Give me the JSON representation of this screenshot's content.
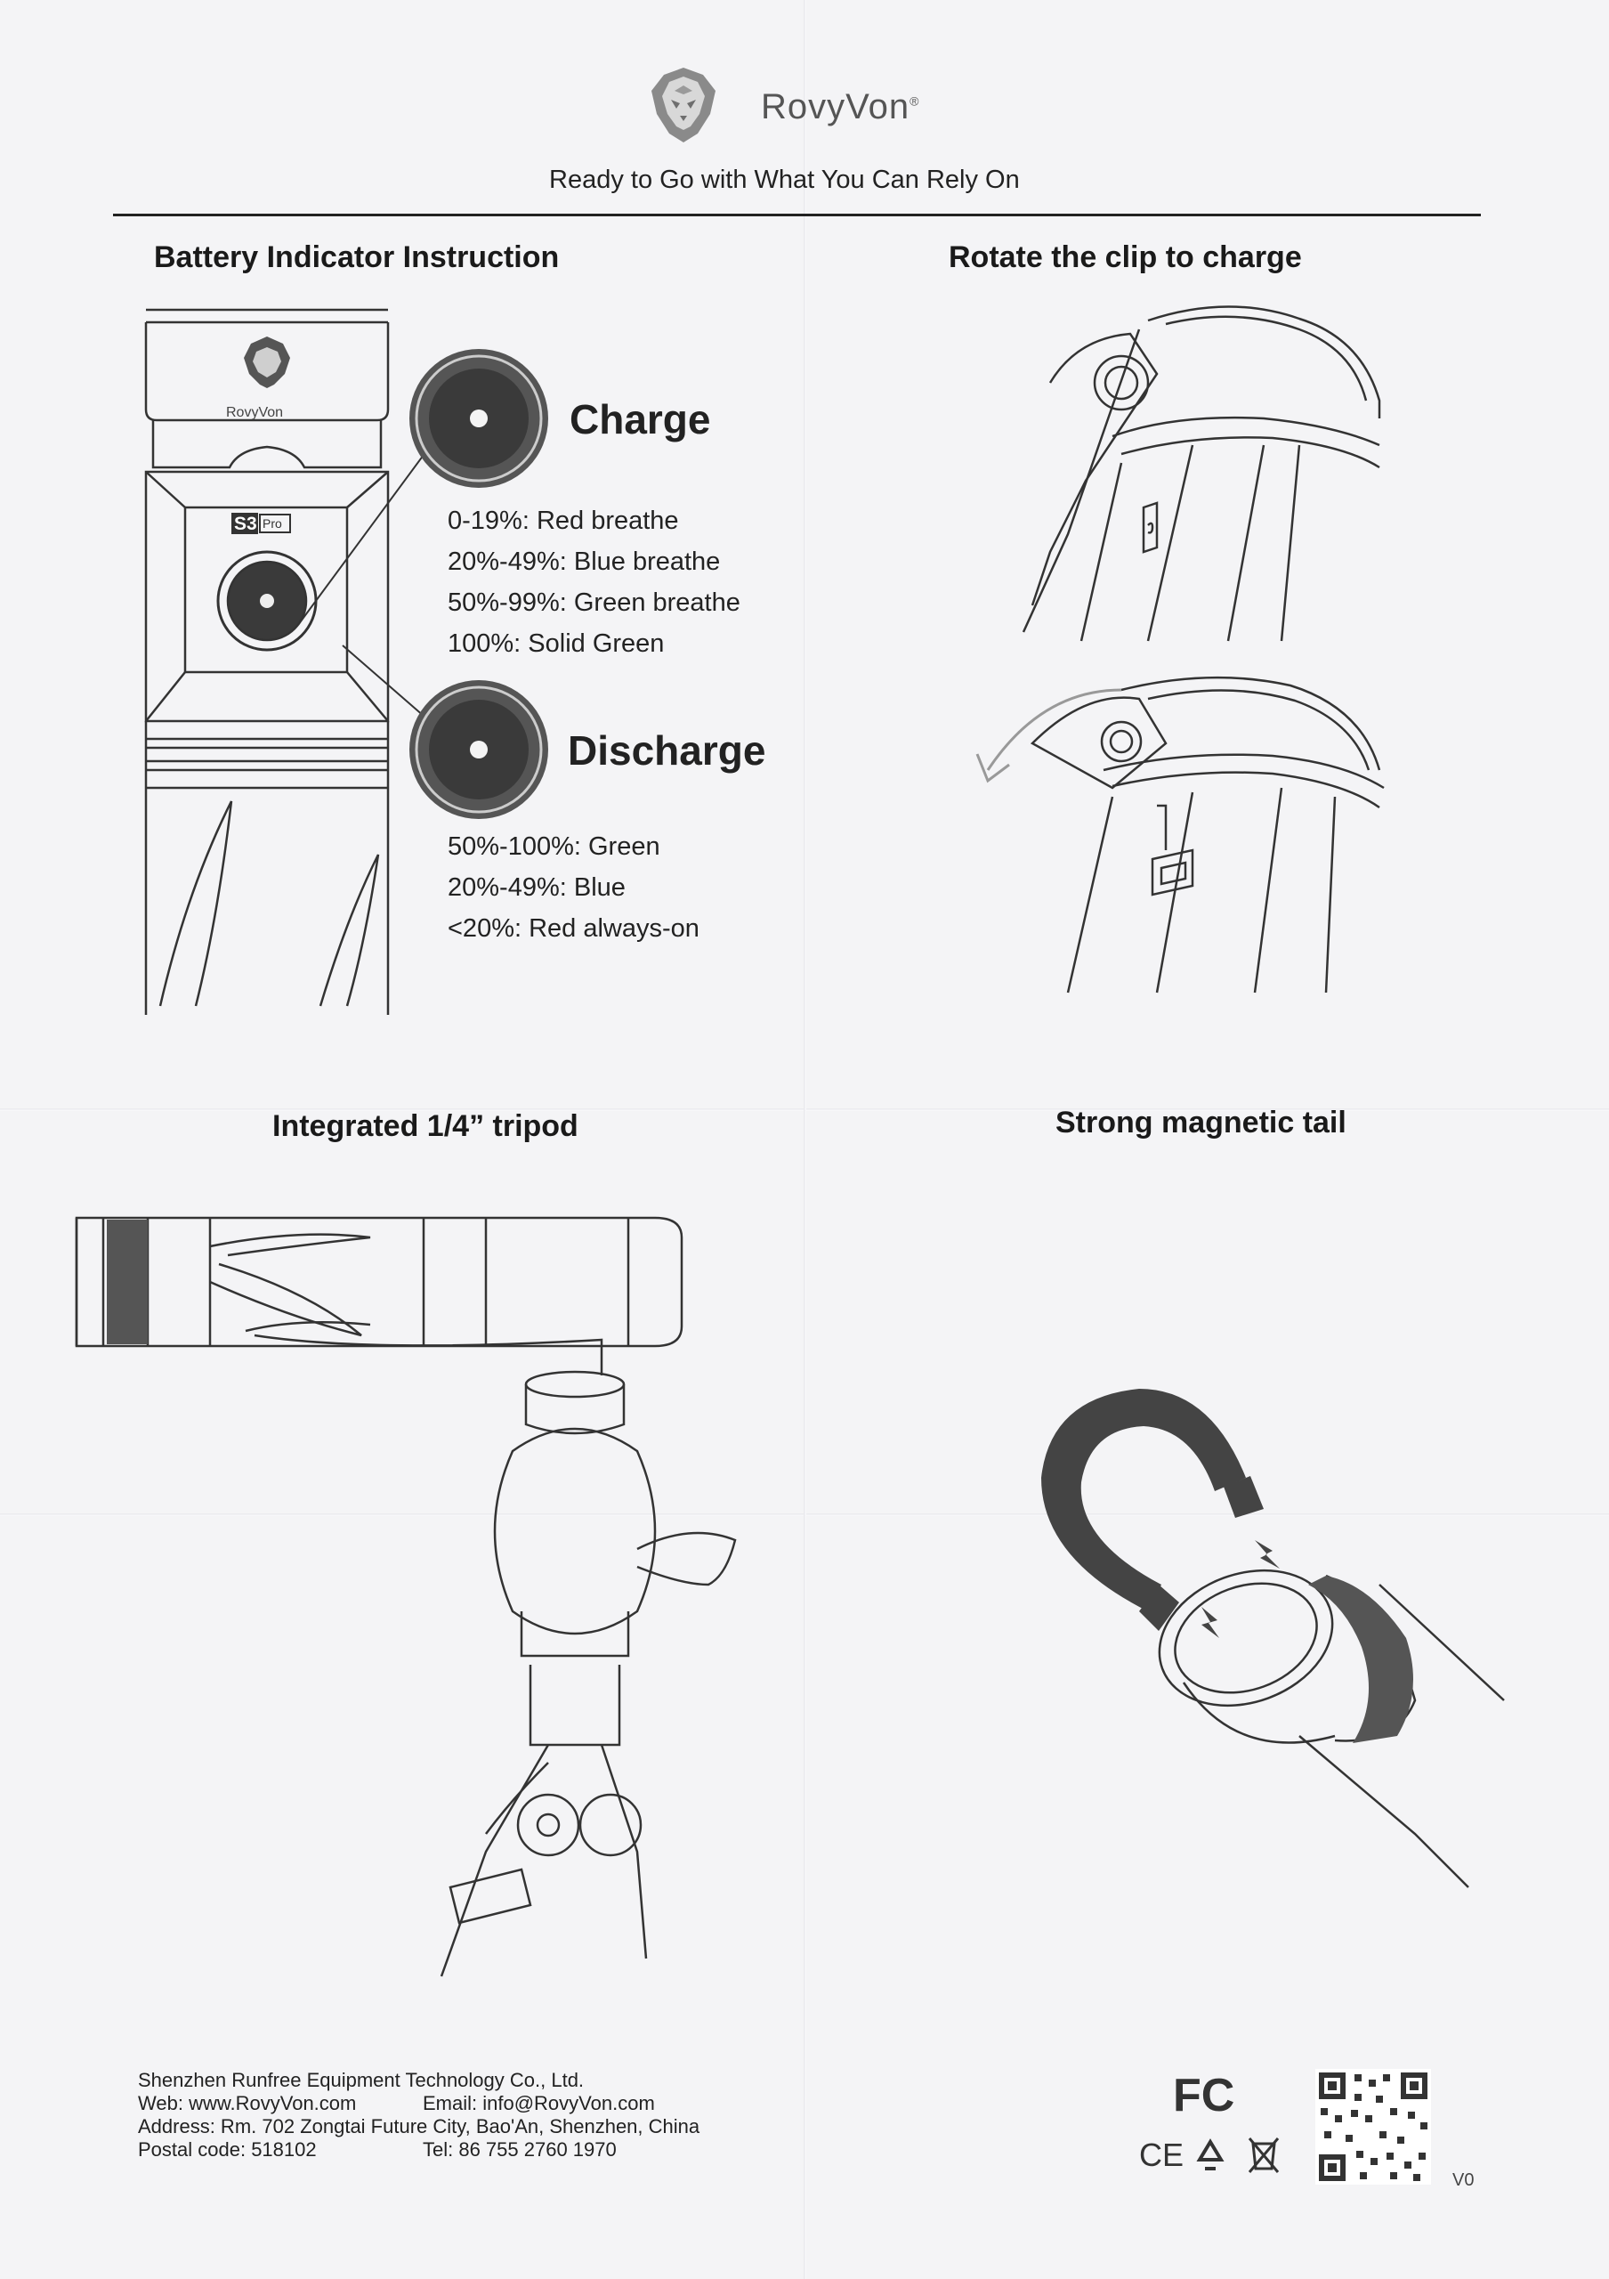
{
  "header": {
    "brand": "RovyVon",
    "registered_mark": "®",
    "tagline": "Ready to Go with What You Can Rely On"
  },
  "battery_section": {
    "title": "Battery Indicator Instruction",
    "device_logo_text": "RovyVon",
    "model_badge": "S3",
    "model_badge_suffix": "Pro",
    "charge": {
      "label": "Charge",
      "lines": [
        "0-19%: Red breathe",
        "20%-49%: Blue breathe",
        "50%-99%: Green breathe",
        "100%: Solid Green"
      ]
    },
    "discharge": {
      "label": "Discharge",
      "lines": [
        "50%-100%: Green",
        "20%-49%: Blue",
        "<20%: Red always-on"
      ]
    }
  },
  "clip_section": {
    "title": "Rotate the clip to charge"
  },
  "tripod_section": {
    "title": "Integrated 1/4” tripod"
  },
  "magnet_section": {
    "title": "Strong magnetic tail"
  },
  "footer": {
    "company": "Shenzhen Runfree Equipment Technology Co., Ltd.",
    "web": "Web: www.RovyVon.com",
    "email": "Email: info@RovyVon.com",
    "address": "Address: Rm. 702 Zongtai Future City, Bao'An, Shenzhen, China",
    "postal": "Postal code: 518102",
    "tel": "Tel: 86 755 2760 1970",
    "cert_fc": "FC",
    "cert_ce": "CE",
    "version": "V0"
  },
  "colors": {
    "ink": "#222222",
    "paper": "#f4f4f6",
    "gray": "#555555"
  },
  "icons": [
    "lion-logo-icon",
    "recycle-icon",
    "weee-bin-icon",
    "qr-code-icon",
    "magnet-icon"
  ]
}
